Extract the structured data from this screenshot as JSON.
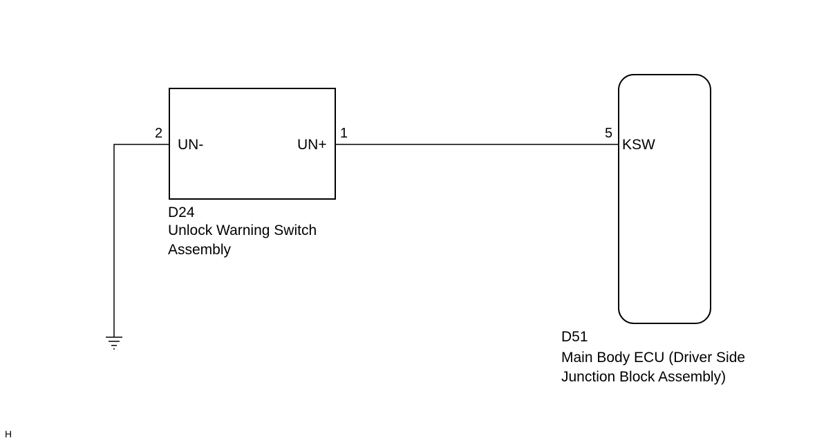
{
  "components": {
    "switch": {
      "code": "D24",
      "name_line1": "Unlock Warning Switch",
      "name_line2": "Assembly",
      "pin_left_number": "2",
      "pin_left_label": "UN-",
      "pin_right_number": "1",
      "pin_right_label": "UN+"
    },
    "ecu": {
      "code": "D51",
      "name_line1": "Main Body ECU (Driver Side",
      "name_line2": "Junction Block Assembly)",
      "pin_number": "5",
      "pin_label": "KSW"
    }
  },
  "footer_mark": "H",
  "colors": {
    "line": "#000000",
    "background": "#ffffff"
  },
  "icons": {
    "ground": "ground-symbol-icon"
  }
}
